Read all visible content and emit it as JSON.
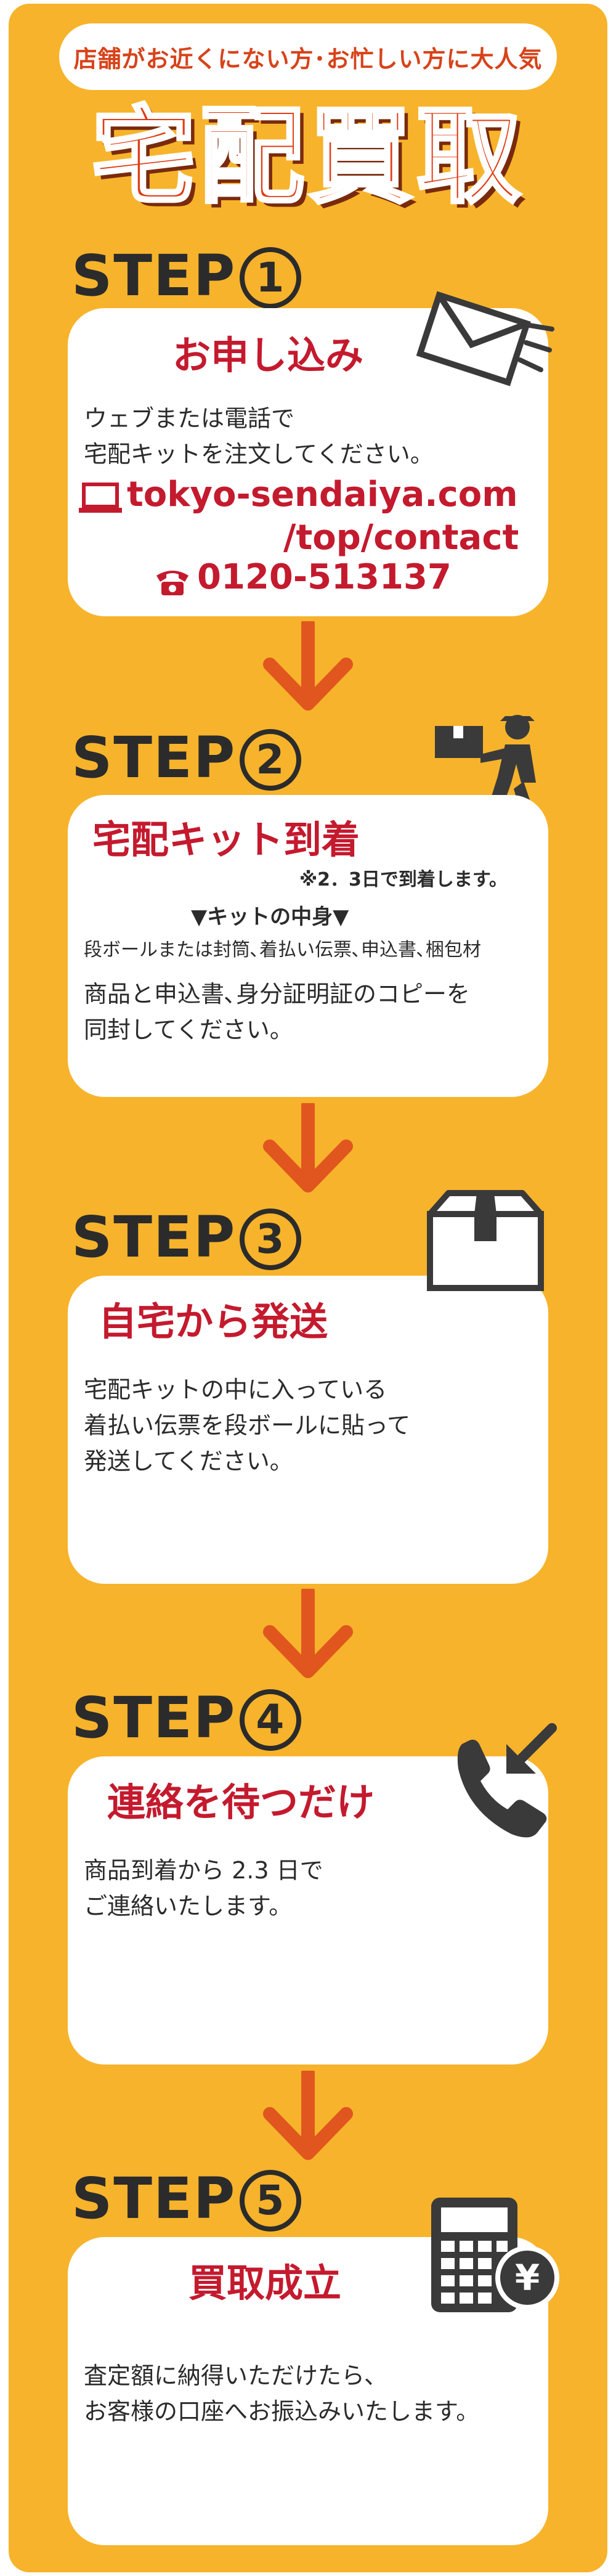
{
  "banner": "店舗がお近くにない方･お忙しい方に大人気",
  "title": "宅配買取",
  "steps": [
    {
      "label": "STEP",
      "num": "1",
      "title": "お申し込み",
      "lines": [
        "ウェブまたは電話で",
        "宅配キットを注文してください。"
      ],
      "url_line1": "tokyo-sendaiya.com",
      "url_line2": "/top/contact",
      "phone": "0120-513137"
    },
    {
      "label": "STEP",
      "num": "2",
      "title": "宅配キット到着",
      "note": "※2．3日で到着します。",
      "contents_heading": "▼キットの中身▼",
      "contents": "段ボールまたは封筒､着払い伝票､申込書､梱包材",
      "lines": [
        "商品と申込書､身分証明証のコピーを",
        "同封してください。"
      ]
    },
    {
      "label": "STEP",
      "num": "3",
      "title": "自宅から発送",
      "lines": [
        "宅配キットの中に入っている",
        "着払い伝票を段ボールに貼って",
        "発送してください。"
      ]
    },
    {
      "label": "STEP",
      "num": "4",
      "title": "連絡を待つだけ",
      "lines": [
        "商品到着から 2.3 日で",
        "ご連絡いたします。"
      ]
    },
    {
      "label": "STEP",
      "num": "5",
      "title": "買取成立",
      "lines": [
        "査定額に納得いただけたら､",
        "お客様の口座へお振込みいたします。"
      ]
    }
  ],
  "colors": {
    "frame": "#f7b32b",
    "accent_red": "#c41a2e",
    "arrow": "#e0561e",
    "text": "#2b2b2b"
  },
  "icons": [
    "mail-icon",
    "laptop-icon",
    "phone-icon",
    "delivery-person-icon",
    "box-icon",
    "telephone-arrow-icon",
    "calculator-yen-icon"
  ]
}
